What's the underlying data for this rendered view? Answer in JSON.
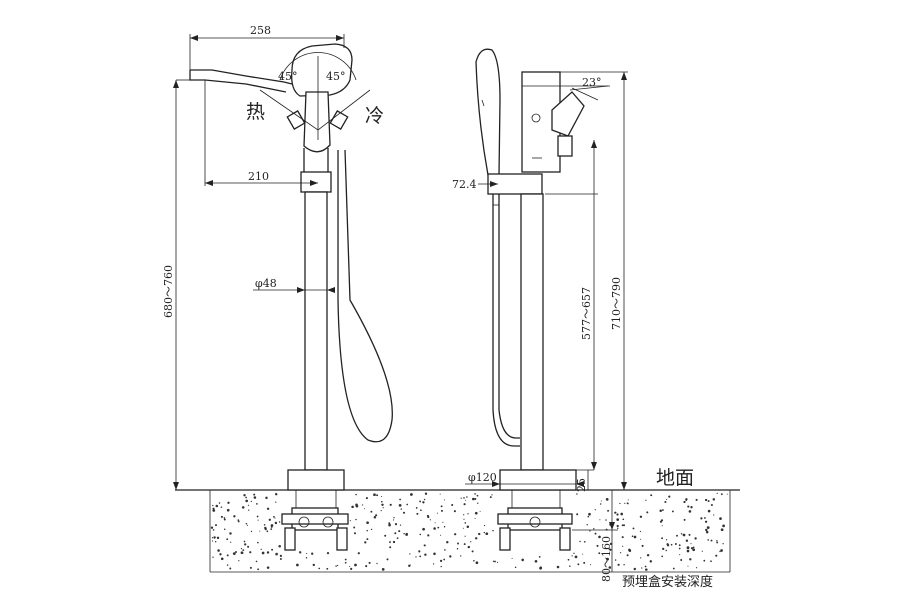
{
  "drawing": {
    "labels": {
      "hot": "热",
      "cold": "冷",
      "ground": "地面",
      "box_depth": "预埋盒安装深度"
    },
    "dims": {
      "spout_reach": "258",
      "handle_angle_left": "45°",
      "handle_angle_right": "45°",
      "spout_to_axis": "210",
      "pipe_diameter": "φ48",
      "height_total": "680～760",
      "handset_offset": "72.4",
      "handle_tilt": "23°",
      "height_side_inner": "577～657",
      "height_side_total": "710～790",
      "base_diameter": "φ120",
      "base_height": "25",
      "box_depth_range": "80～160"
    }
  }
}
